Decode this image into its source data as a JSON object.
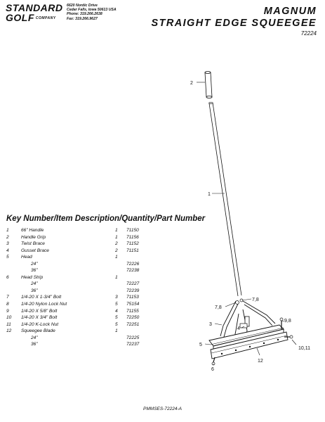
{
  "header": {
    "logo_line1": "STANDARD",
    "logo_line2": "GOLF",
    "logo_sub": "COMPANY",
    "address": [
      "6620 Nordic Drive",
      "Cedar Falls, Iowa 50613 USA",
      "Phone: 319.266.2638",
      "Fax: 319.266.9627"
    ],
    "title_line1": "MAGNUM",
    "title_line2": "STRAIGHT EDGE SQUEEGEE",
    "part_number": "72224"
  },
  "key": {
    "heading": "Key Number/Item Description/Quantity/Part Number",
    "rows": [
      {
        "key": "1",
        "desc": "66” Handle",
        "qty": "1",
        "part": "71150",
        "sub": false
      },
      {
        "key": "2",
        "desc": "Handle Grip",
        "qty": "1",
        "part": "71156",
        "sub": false
      },
      {
        "key": "3",
        "desc": "Twist Brace",
        "qty": "2",
        "part": "71152",
        "sub": false
      },
      {
        "key": "4",
        "desc": "Gusset Brace",
        "qty": "2",
        "part": "71151",
        "sub": false
      },
      {
        "key": "5",
        "desc": "Head",
        "qty": "1",
        "part": "",
        "sub": false
      },
      {
        "key": "",
        "desc": "24”",
        "qty": "",
        "part": "72226",
        "sub": true
      },
      {
        "key": "",
        "desc": "36”",
        "qty": "",
        "part": "72238",
        "sub": true
      },
      {
        "key": "6",
        "desc": "Head Strip",
        "qty": "1",
        "part": "",
        "sub": false
      },
      {
        "key": "",
        "desc": "24”",
        "qty": "",
        "part": "72227",
        "sub": true
      },
      {
        "key": "",
        "desc": "36”",
        "qty": "",
        "part": "72239",
        "sub": true
      },
      {
        "key": "7",
        "desc": "1/4-20 X 1-3/4” Bolt",
        "qty": "3",
        "part": "71153",
        "sub": false
      },
      {
        "key": "8",
        "desc": "1/4-20 Nylon Lock Nut",
        "qty": "5",
        "part": "75154",
        "sub": false
      },
      {
        "key": "9",
        "desc": "1/4-20 X 5/8” Bolt",
        "qty": "4",
        "part": "71155",
        "sub": false
      },
      {
        "key": "10",
        "desc": "1/4-20 X 3/4” Bolt",
        "qty": "5",
        "part": "72250",
        "sub": false
      },
      {
        "key": "11",
        "desc": "1/4-20 K-Lock Nut",
        "qty": "5",
        "part": "72251",
        "sub": false
      },
      {
        "key": "12",
        "desc": "Squeegee Blade",
        "qty": "1",
        "part": "",
        "sub": false
      },
      {
        "key": "",
        "desc": "24”",
        "qty": "",
        "part": "72225",
        "sub": true
      },
      {
        "key": "",
        "desc": "36”",
        "qty": "",
        "part": "72237",
        "sub": true
      }
    ]
  },
  "diagram": {
    "callouts": {
      "c2": "2",
      "c1": "1",
      "c78a": "7,8",
      "c78b": "7,8",
      "c3": "3",
      "c4": "4",
      "c98": "9,8",
      "c5": "5",
      "c1011": "10,11",
      "c6": "6",
      "c12": "12"
    }
  },
  "footer": {
    "doc_code": "PMMSES-72224-A"
  }
}
